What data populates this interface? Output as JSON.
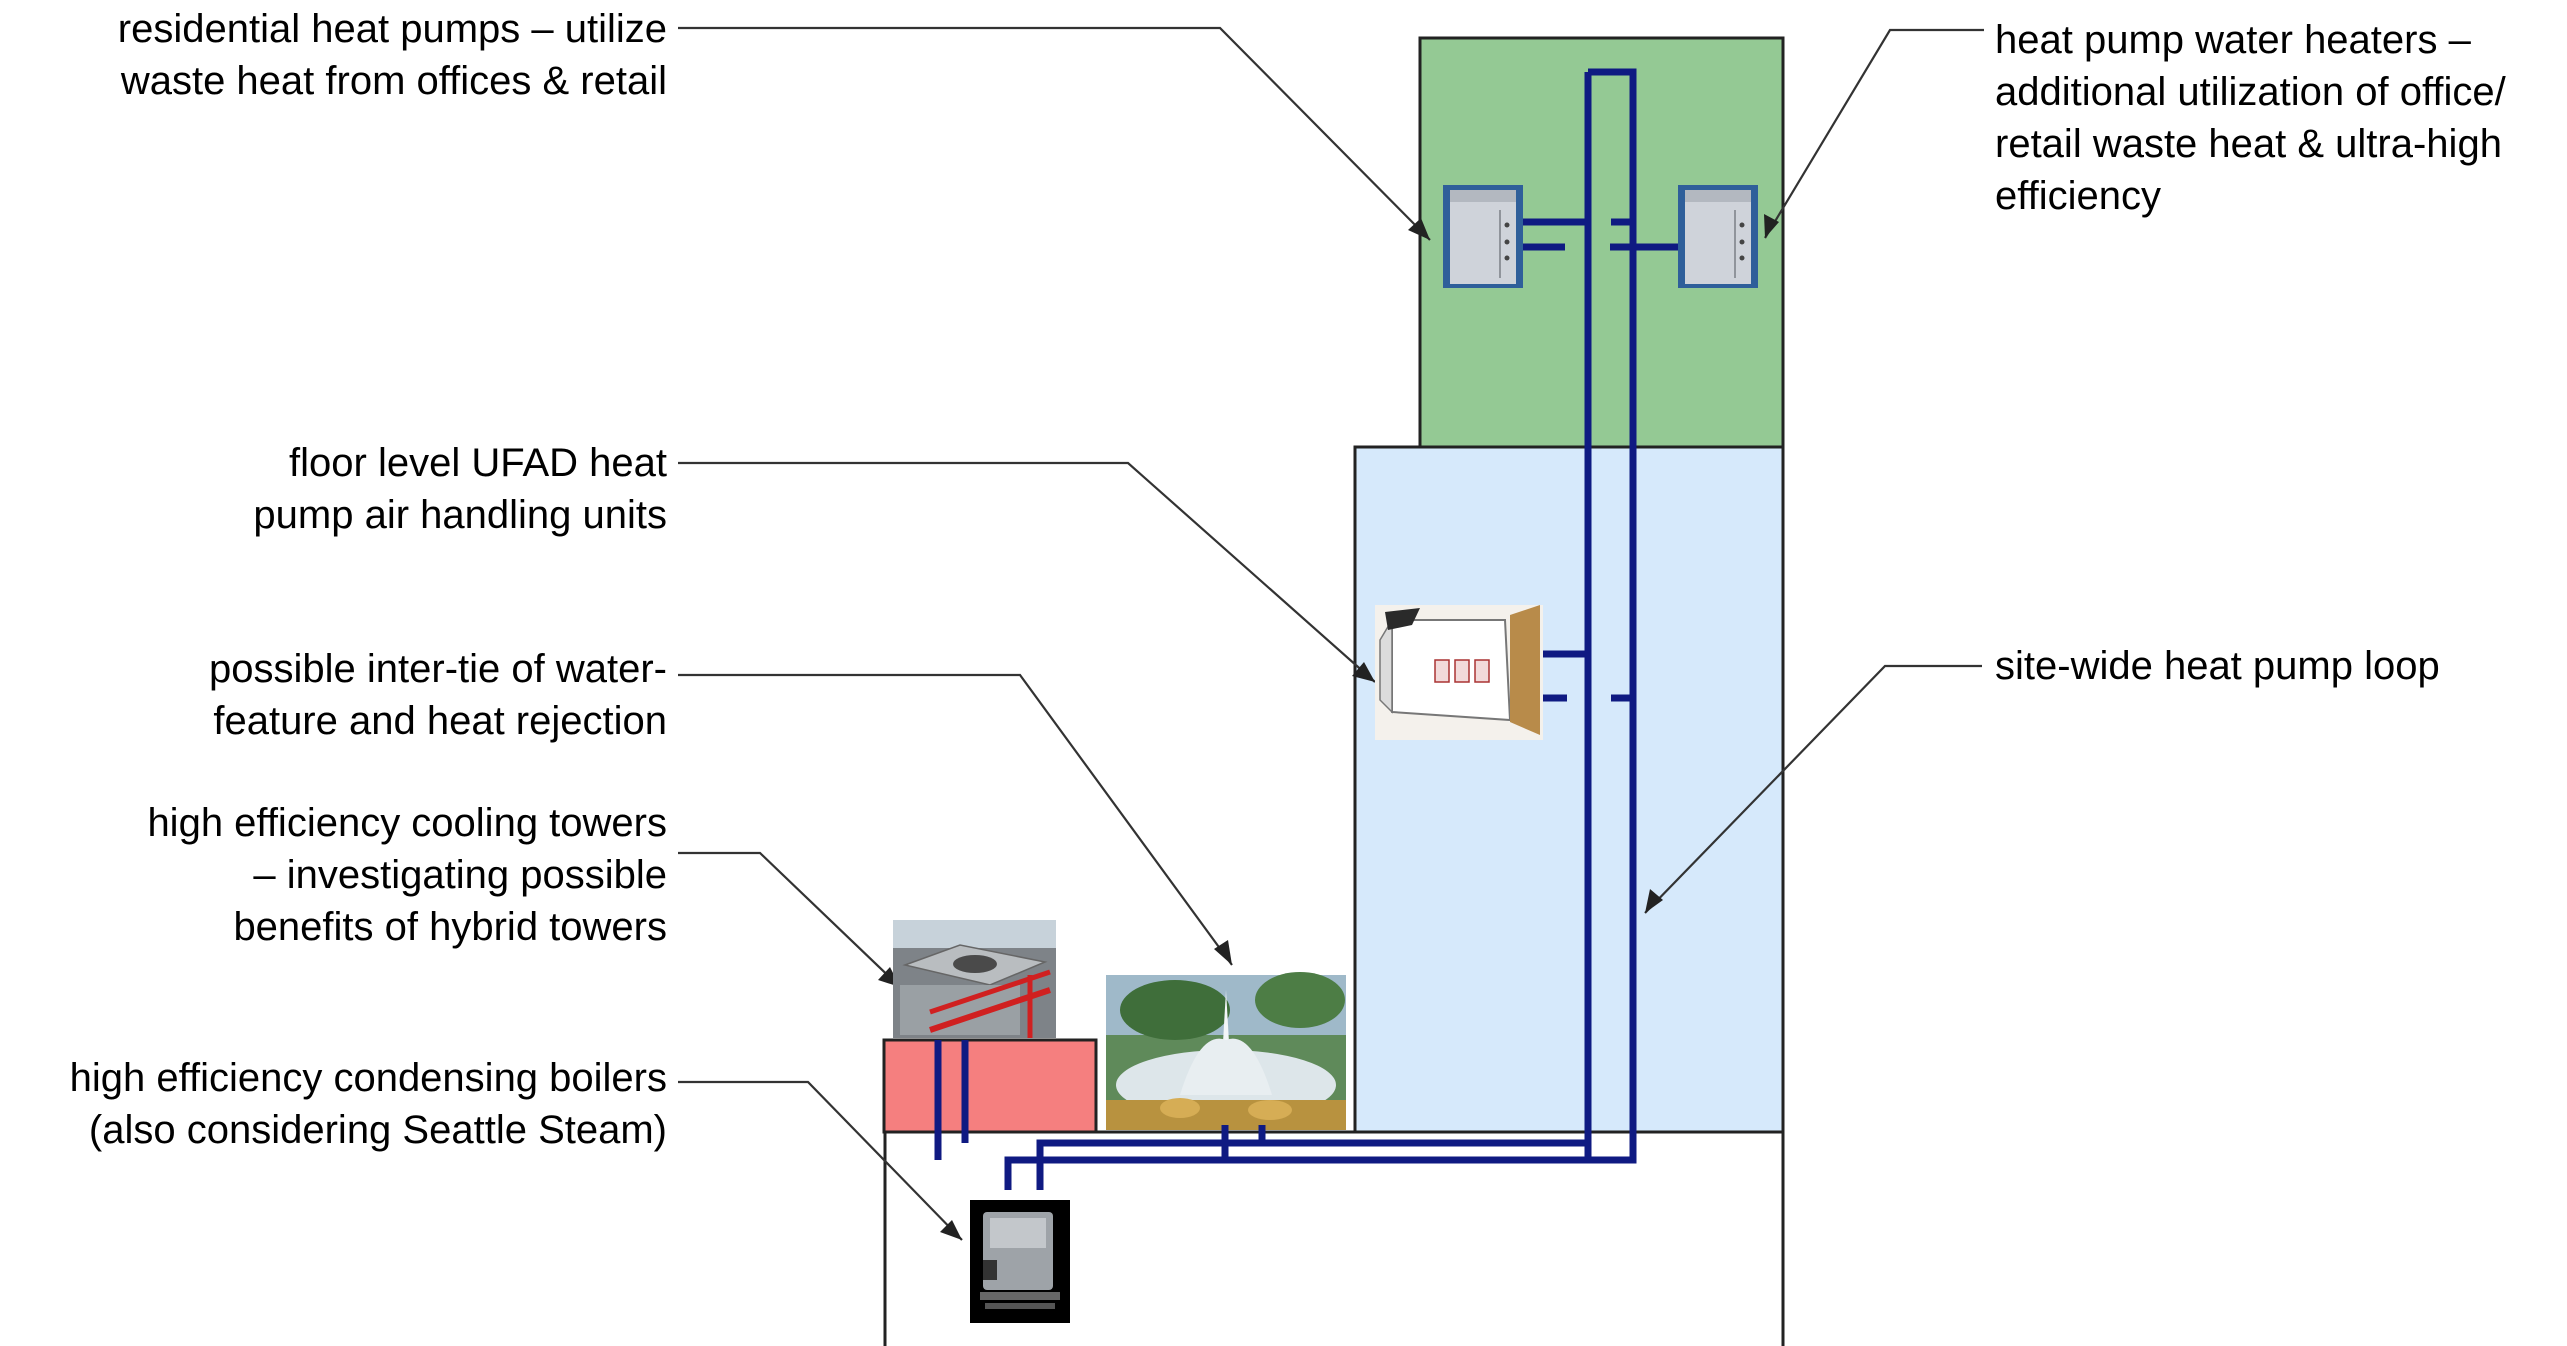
{
  "labels": {
    "residential_heat_pumps": [
      "residential heat pumps – utilize",
      "waste heat from offices & retail"
    ],
    "heat_pump_water_heaters": [
      "heat pump water heaters –",
      "additional utilization of office/",
      "retail waste heat & ultra-high",
      "efficiency"
    ],
    "ufad_units": [
      "floor level UFAD heat",
      "pump air handling units"
    ],
    "water_feature": [
      "possible inter-tie of water-",
      "feature and heat rejection"
    ],
    "cooling_towers": [
      "high efficiency cooling towers",
      "– investigating possible",
      "benefits of hybrid towers"
    ],
    "site_loop": [
      "site-wide heat pump loop"
    ],
    "boilers": [
      "high efficiency condensing boilers",
      "(also considering Seattle Steam)"
    ]
  },
  "colors": {
    "residential_zone": "#94c994",
    "office_zone": "#d6e9fb",
    "retail_block": "#f57f7f",
    "loop_pipe": "#0f1a82",
    "outline": "#222222",
    "leader": "#333333"
  },
  "icons": {
    "residential_heat_pump_unit": "heat-pump-unit-icon",
    "water_heater_unit": "heat-pump-water-heater-icon",
    "air_handler": "ufad-air-handling-unit-icon",
    "fountain": "water-feature-photo-icon",
    "cooling_tower": "cooling-tower-photo-icon",
    "boiler": "condensing-boiler-photo-icon"
  }
}
